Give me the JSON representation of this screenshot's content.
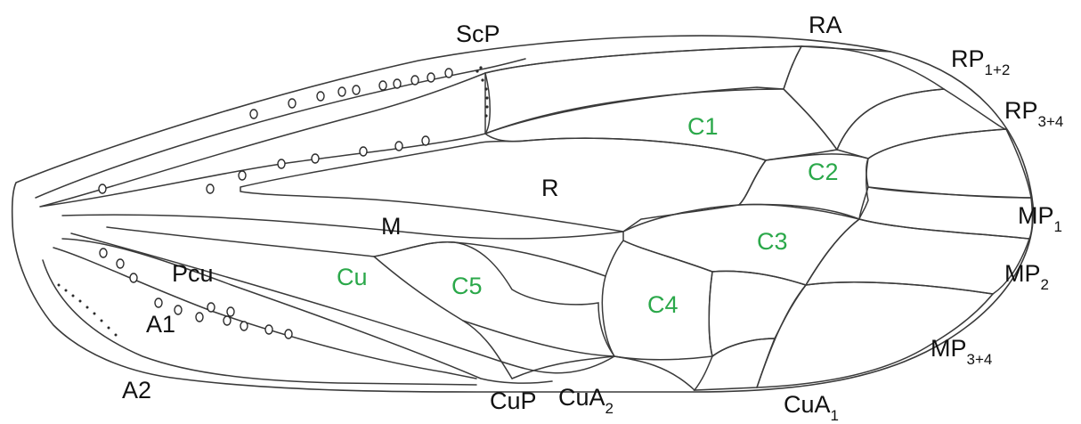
{
  "colors": {
    "vein": "#3a3a3a",
    "vein_label": "#111111",
    "cell_label": "#2ba84a"
  },
  "vein_labels": {
    "scp": {
      "text": "ScP",
      "sub": ""
    },
    "ra": {
      "text": "RA",
      "sub": ""
    },
    "rp12": {
      "text": "RP",
      "sub": "1+2"
    },
    "rp34": {
      "text": "RP",
      "sub": "3+4"
    },
    "r": {
      "text": "R",
      "sub": ""
    },
    "m": {
      "text": "M",
      "sub": ""
    },
    "mp1": {
      "text": "MP",
      "sub": "1"
    },
    "mp2": {
      "text": "MP",
      "sub": "2"
    },
    "mp34": {
      "text": "MP",
      "sub": "3+4"
    },
    "pcu": {
      "text": "Pcu",
      "sub": ""
    },
    "a1": {
      "text": "A1",
      "sub": ""
    },
    "a2": {
      "text": "A2",
      "sub": ""
    },
    "cup": {
      "text": "CuP",
      "sub": ""
    },
    "cua2": {
      "text": "CuA",
      "sub": "2"
    },
    "cua1": {
      "text": "CuA",
      "sub": "1"
    },
    "cu": {
      "text": "Cu",
      "sub": ""
    }
  },
  "cell_labels": {
    "c1": "C1",
    "c2": "C2",
    "c3": "C3",
    "c4": "C4",
    "c5": "C5"
  }
}
